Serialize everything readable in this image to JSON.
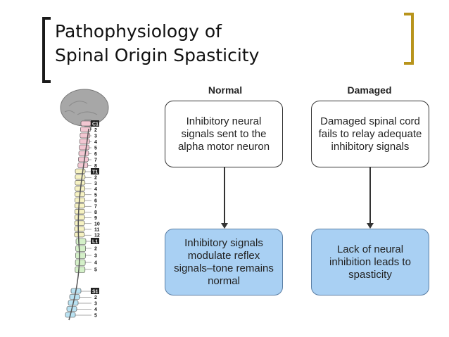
{
  "title": {
    "line1": "Pathophysiology of",
    "line2": "Spinal Origin Spasticity"
  },
  "columns": {
    "normal": {
      "heading": "Normal",
      "top_box": "Inhibitory neural signals sent to the alpha motor neuron",
      "bottom_box": "Inhibitory signals modulate reflex signals–tone remains normal"
    },
    "damaged": {
      "heading": "Damaged",
      "top_box": "Damaged spinal cord fails to relay adequate inhibitory signals",
      "bottom_box": "Lack of neural inhibition leads to spasticity"
    }
  },
  "spine_labels": {
    "cervical_badge": "C1",
    "cervical": [
      "2",
      "3",
      "4",
      "5",
      "6",
      "7",
      "8"
    ],
    "thoracic_badge": "T1",
    "thoracic": [
      "2",
      "3",
      "4",
      "5",
      "6",
      "7",
      "8",
      "9",
      "10",
      "11",
      "12"
    ],
    "lumbar_badge": "L1",
    "lumbar": [
      "2",
      "3",
      "4",
      "5"
    ],
    "sacral_badge": "S1",
    "sacral": [
      "2",
      "3",
      "4",
      "5"
    ]
  },
  "colors": {
    "box_blue": "#a9d0f3",
    "cervical_pink": "#f3c7d2",
    "thoracic_yellow": "#f6f2c2",
    "lumbar_green": "#d4f0c8",
    "sacral_blue": "#b9e2f2",
    "accent_gold": "#b8941c"
  }
}
